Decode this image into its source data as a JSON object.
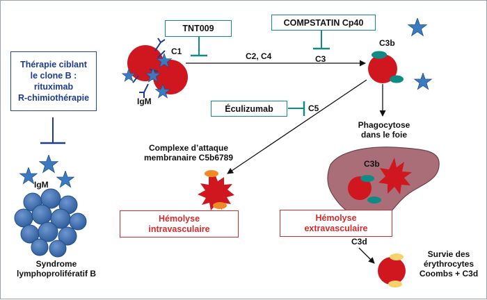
{
  "therapy_box": {
    "lines": [
      "Thérapie ciblant",
      "le clone B :",
      "rituximab",
      "R-chimiothérapie"
    ]
  },
  "syndrome": {
    "line1": "Syndrome",
    "line2": "lymphoprolifératif B"
  },
  "igm_left": "IgM",
  "igm_top": "IgM",
  "c1_label": "C1",
  "tnt_box": "TNT009",
  "compstatin_box": "COMPSTATIN Cp40",
  "eculizumab_box": "Éculizumab",
  "arrow_labels": {
    "c2c4": "C2, C4",
    "c3": "C3",
    "c5": "C5"
  },
  "c3b_label": "C3b",
  "c3b_liver_label": "C3b",
  "phago": {
    "line1": "Phagocytose",
    "line2": "dans le foie"
  },
  "mac": {
    "line1": "Complexe d’attaque",
    "line2": "membranaire C5b6789"
  },
  "hemolyse_intra": {
    "line1": "Hémolyse",
    "line2": "intravasculaire"
  },
  "hemolyse_extra": {
    "line1": "Hémolyse",
    "line2": "extravasculaire"
  },
  "c3d_label": "C3d",
  "survie": {
    "line1": "Survie des",
    "line2": "érythrocytes",
    "line3": "Coombs + C3d"
  },
  "colors": {
    "red_cell": "#d0161e",
    "star": "#3c7ac0",
    "teal": "#0f8a84",
    "navy": "#1d3c8f",
    "orange": "#f08a24",
    "liver": "#a96e78",
    "lymph": "#3e70b0",
    "yellow": "#f6d36a"
  }
}
